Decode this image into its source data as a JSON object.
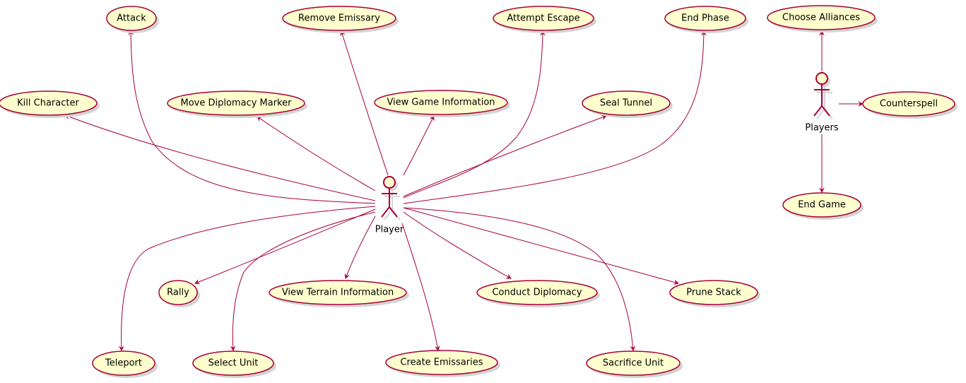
{
  "colors": {
    "usecase_fill": "#FEFECE",
    "border": "#A80036",
    "shadow": "#d4d4d4",
    "background": "#FFFFFF"
  },
  "actors": {
    "player": "Player",
    "players": "Players"
  },
  "usecases": {
    "attack": "Attack",
    "remove_emissary": "Remove Emissary",
    "attempt_escape": "Attempt Escape",
    "end_phase": "End Phase",
    "choose_alliances": "Choose Alliances",
    "kill_character": "Kill Character",
    "move_diplomacy_marker": "Move Diplomacy Marker",
    "view_game_information": "View Game Information",
    "seal_tunnel": "Seal Tunnel",
    "counterspell": "Counterspell",
    "end_game": "End Game",
    "rally": "Rally",
    "view_terrain_information": "View Terrain Information",
    "conduct_diplomacy": "Conduct Diplomacy",
    "prune_stack": "Prune Stack",
    "teleport": "Teleport",
    "select_unit": "Select Unit",
    "create_emissaries": "Create Emissaries",
    "sacrifice_unit": "Sacrifice Unit"
  },
  "relations": [
    {
      "from": "player",
      "to": "attack"
    },
    {
      "from": "player",
      "to": "remove_emissary"
    },
    {
      "from": "player",
      "to": "attempt_escape"
    },
    {
      "from": "player",
      "to": "end_phase"
    },
    {
      "from": "player",
      "to": "kill_character"
    },
    {
      "from": "player",
      "to": "move_diplomacy_marker"
    },
    {
      "from": "player",
      "to": "view_game_information"
    },
    {
      "from": "player",
      "to": "seal_tunnel"
    },
    {
      "from": "player",
      "to": "rally"
    },
    {
      "from": "player",
      "to": "view_terrain_information"
    },
    {
      "from": "player",
      "to": "conduct_diplomacy"
    },
    {
      "from": "player",
      "to": "prune_stack"
    },
    {
      "from": "player",
      "to": "teleport"
    },
    {
      "from": "player",
      "to": "select_unit"
    },
    {
      "from": "player",
      "to": "create_emissaries"
    },
    {
      "from": "player",
      "to": "sacrifice_unit"
    },
    {
      "from": "players",
      "to": "choose_alliances"
    },
    {
      "from": "players",
      "to": "counterspell"
    },
    {
      "from": "players",
      "to": "end_game"
    }
  ]
}
